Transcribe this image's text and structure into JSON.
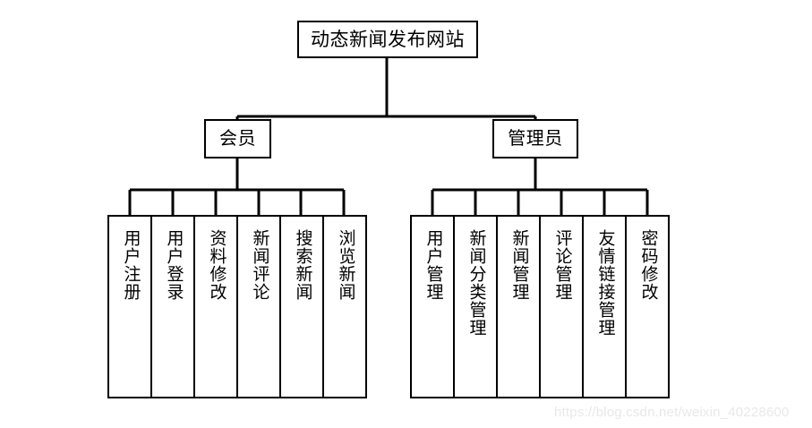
{
  "diagram": {
    "type": "org-tree",
    "title": "动态新闻发布网站",
    "root": {
      "label": "动态新闻发布网站"
    },
    "branches": [
      {
        "label": "会员",
        "leaves": [
          {
            "label": "用户注册"
          },
          {
            "label": "用户登录"
          },
          {
            "label": "资料修改"
          },
          {
            "label": "新闻评论"
          },
          {
            "label": "搜索新闻"
          },
          {
            "label": "浏览新闻"
          }
        ]
      },
      {
        "label": "管理员",
        "leaves": [
          {
            "label": "用户管理"
          },
          {
            "label": "新闻分类管理"
          },
          {
            "label": "新闻管理"
          },
          {
            "label": "评论管理"
          },
          {
            "label": "友情链接管理"
          },
          {
            "label": "密码修改"
          }
        ]
      }
    ]
  },
  "watermark": {
    "text": "https://blog.csdn.net/weixin_40228600",
    "color": "#e8e8e8"
  },
  "style": {
    "line_color": "#000000",
    "background": "#ffffff"
  }
}
